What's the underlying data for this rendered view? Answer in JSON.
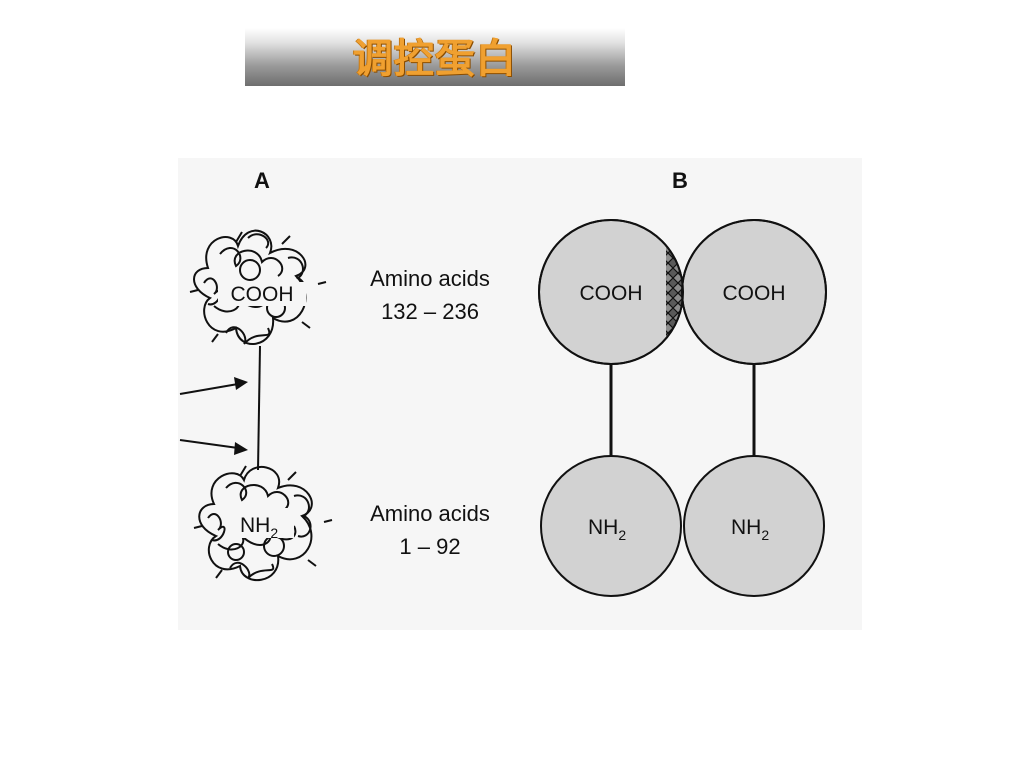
{
  "slide": {
    "title": "调控蛋白"
  },
  "figure": {
    "panel_a": {
      "label": "A",
      "top_domain_label": "COOH",
      "bottom_domain_label": "NH",
      "bottom_domain_subscript": "2",
      "top_caption_line1": "Amino acids",
      "top_caption_line2": "132 – 236",
      "bottom_caption_line1": "Amino acids",
      "bottom_caption_line2": "1 – 92"
    },
    "panel_b": {
      "label": "B",
      "left_cooh": "COOH",
      "right_cooh": "COOH",
      "left_nh": "NH",
      "left_nh_sub": "2",
      "right_nh": "NH",
      "right_nh_sub": "2"
    }
  },
  "colors": {
    "title_text": "#f0a030",
    "domain_fill": "#d2d2d2",
    "interface_fill": "#8c8c8c"
  }
}
